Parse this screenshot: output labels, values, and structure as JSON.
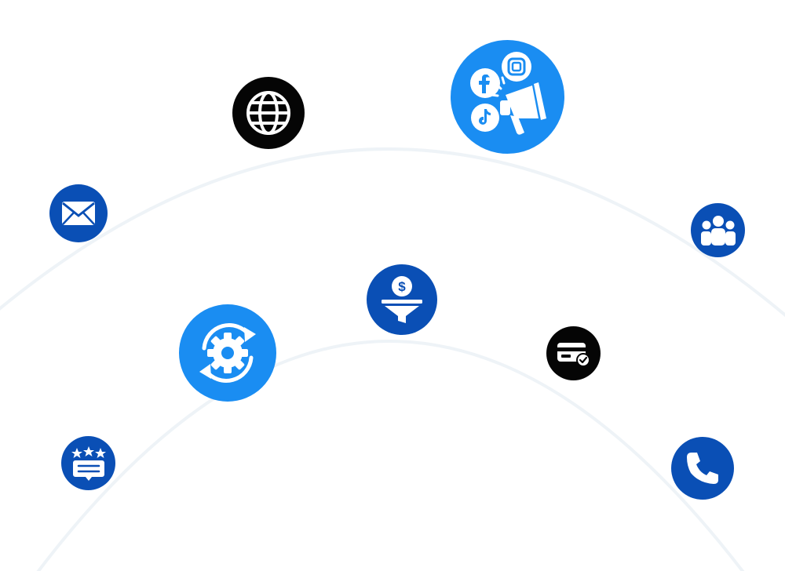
{
  "colors": {
    "background": "#ffffff",
    "arc": "#eef3f7",
    "brand_blue": "#0a4fb5",
    "bright_blue": "#1a8df2",
    "black": "#050505",
    "icon_white": "#ffffff"
  },
  "nodes": [
    {
      "id": "globe",
      "icon": "globe-icon",
      "fill": "#050505"
    },
    {
      "id": "social",
      "icon": "social-media-megaphone-icon",
      "fill": "#1a8df2",
      "badges": [
        "facebook-icon",
        "instagram-icon",
        "tiktok-icon"
      ]
    },
    {
      "id": "email",
      "icon": "envelope-icon",
      "fill": "#0a4fb5"
    },
    {
      "id": "team",
      "icon": "group-icon",
      "fill": "#0a4fb5"
    },
    {
      "id": "funnel",
      "icon": "sales-funnel-dollar-icon",
      "fill": "#0a4fb5"
    },
    {
      "id": "automation",
      "icon": "gear-sync-icon",
      "fill": "#1a8df2"
    },
    {
      "id": "payment",
      "icon": "credit-card-check-icon",
      "fill": "#050505"
    },
    {
      "id": "reviews",
      "icon": "star-review-icon",
      "fill": "#0a4fb5"
    },
    {
      "id": "phone",
      "icon": "phone-icon",
      "fill": "#0a4fb5"
    }
  ]
}
